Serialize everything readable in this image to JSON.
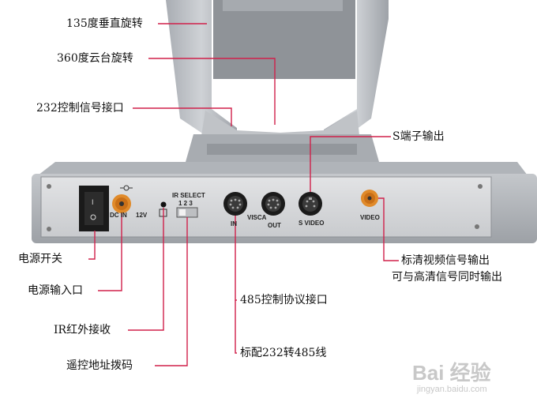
{
  "callouts": {
    "vertical_rotation": "135度垂直旋转",
    "pan_tilt_rotation": "360度云台旋转",
    "port_232": "232控制信号接口",
    "s_terminal_output": "S端子输出",
    "power_switch": "电源开关",
    "power_input": "电源输入口",
    "sd_video_output_line1": "标清视频信号输出",
    "sd_video_output_line2": "可与高清信号同时输出",
    "protocol_485": "485控制协议接口",
    "ir_receiver": "IR红外接收",
    "standard_232_to_485": "标配232转485线",
    "remote_address_dip": "遥控地址拨码"
  },
  "panel": {
    "dc_in": "DC IN",
    "voltage": "12V",
    "ir_select": "IR SELECT",
    "ir_select_positions": "1 2 3",
    "in": "IN",
    "visca": "VISCA",
    "out": "OUT",
    "s_video": "S VIDEO",
    "video": "VIDEO"
  },
  "watermark": {
    "logo": "Bai 经验",
    "site": "jingyan.baidu.com"
  },
  "colors": {
    "casing": "#b9bcc1",
    "panel": "#d7d9dc",
    "leader_line": "#d0204a",
    "rca_jack": "#e08a2a"
  }
}
